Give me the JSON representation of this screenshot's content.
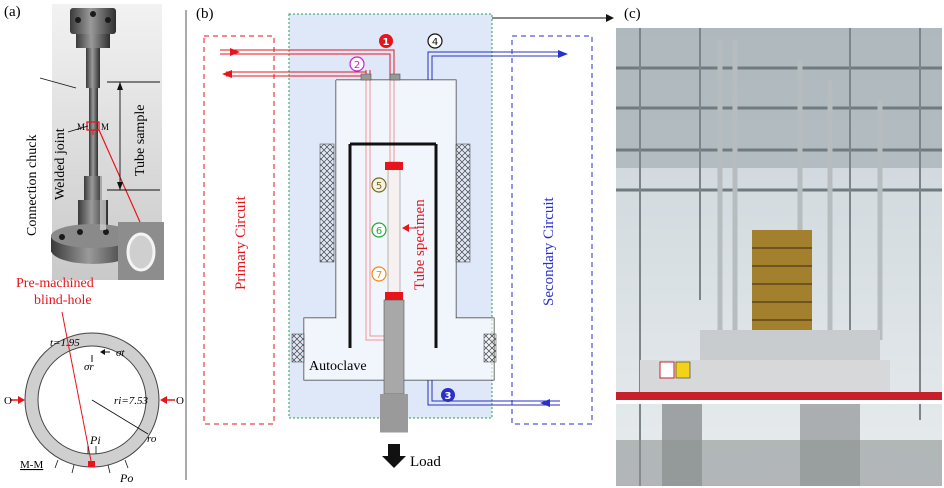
{
  "panels": {
    "a": "(a)",
    "b": "(b)",
    "c": "(c)"
  },
  "panel_a": {
    "connection_chuck": "Connection chuck",
    "welded_joint": "Welded joint",
    "tube_sample": "Tube sample",
    "section_marker": "M",
    "pre_machined": "Pre-machined",
    "blind_hole": "blind-hole",
    "section_label": "M-M",
    "t_label": "t=1.95",
    "ri_label": "ri=7.53",
    "ro_label": "ro",
    "sigma_t": "σt",
    "sigma_r": "σr",
    "pi_label": "Pi",
    "po_label": "Po",
    "o_left": "O",
    "o_right": "O"
  },
  "panel_b": {
    "primary_circuit": "Primary Circuit",
    "secondary_circuit": "Secondary Circuit",
    "tube_specimen": "Tube specimen",
    "autoclave": "Autoclave",
    "load": "Load",
    "markers": [
      "①",
      "②",
      "③",
      "④",
      "⑤",
      "⑥",
      "⑦"
    ],
    "colors": {
      "primary": "#e8141b",
      "secondary": "#2a2fc8",
      "autoclave_fill": "#dfe8f8",
      "m1": "#e8141b",
      "m2": "#d21fd2",
      "m3": "#2a2fc8",
      "m4": "#111111",
      "m5": "#7a6a1a",
      "m6": "#1ea83a",
      "m7": "#f08a12"
    }
  },
  "panel_c": {
    "photo_description_icon": "test-rig-photo"
  }
}
